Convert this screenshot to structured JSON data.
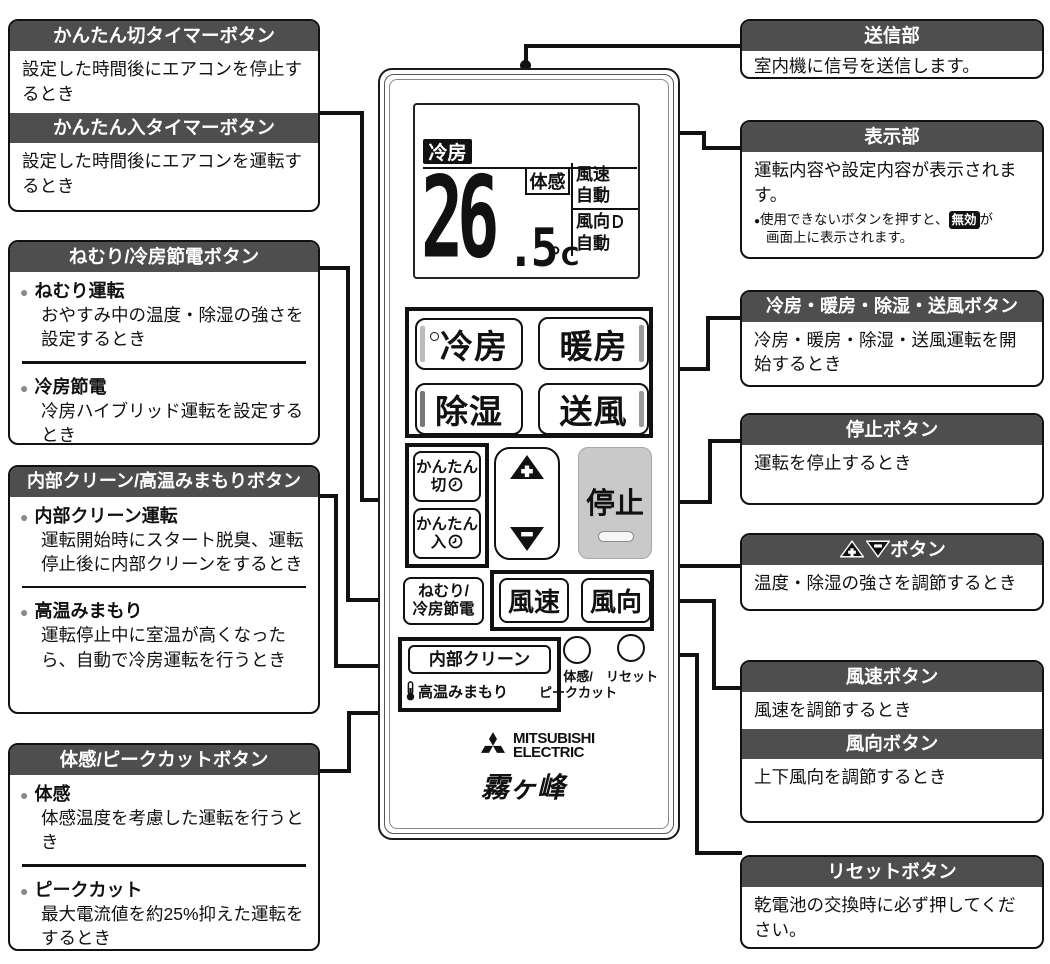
{
  "ui": {
    "bullet": "●"
  },
  "colors": {
    "callout_header_bg": "#4e4e4e",
    "connector": "#111111",
    "stop_button_fill": "#c9c9c9",
    "lcd_badge_bg": "#111111"
  },
  "left_callouts": [
    {
      "sections": [
        {
          "header": "かんたん切タイマーボタン",
          "body": "設定した時間後にエアコンを停止するとき"
        },
        {
          "header": "かんたん入タイマーボタン",
          "body": "設定した時間後にエアコンを運転するとき"
        }
      ]
    },
    {
      "header": "ねむり/冷房節電ボタン",
      "items": [
        {
          "title": "ねむり運転",
          "desc": "おやすみ中の温度・除湿の強さを設定するとき"
        },
        {
          "title": "冷房節電",
          "desc": "冷房ハイブリッド運転を設定するとき"
        }
      ]
    },
    {
      "header": "内部クリーン/高温みまもりボタン",
      "items": [
        {
          "title": "内部クリーン運転",
          "desc": "運転開始時にスタート脱臭、運転停止後に内部クリーンをするとき"
        },
        {
          "title": "高温みまもり",
          "desc": "運転停止中に室温が高くなったら、自動で冷房運転を行うとき"
        }
      ]
    },
    {
      "header": "体感/ピークカットボタン",
      "items": [
        {
          "title": "体感",
          "desc": "体感温度を考慮した運転を行うとき"
        },
        {
          "title": "ピークカット",
          "desc": "最大電流値を約25%抑えた運転をするとき"
        }
      ]
    }
  ],
  "right_callouts": [
    {
      "header": "送信部",
      "body": "室内機に信号を送信します。"
    },
    {
      "header": "表示部",
      "body": "運転内容や設定内容が表示されます。",
      "note_pre": "使用できないボタンを押すと、",
      "note_badge": "無効",
      "note_post": "が",
      "note_line2": "画面上に表示されます。"
    },
    {
      "header": "冷房・暖房・除湿・送風ボタン",
      "body": "冷房・暖房・除湿・送風運転を開始するとき"
    },
    {
      "header": "停止ボタン",
      "body": "運転を停止するとき"
    },
    {
      "header_suffix": "ボタン",
      "body": "温度・除湿の強さを調節するとき"
    },
    {
      "header": "風速ボタン",
      "body": "風速を調節するとき",
      "header2": "風向ボタン",
      "body2": "上下風向を調節するとき"
    },
    {
      "header": "リセットボタン",
      "body": "乾電池の交換時に必ず押してください。"
    }
  ],
  "remote": {
    "lcd": {
      "mode_badge": "冷房",
      "temp_int": "26",
      "temp_dec": ".5",
      "temp_unit": "℃",
      "taikan": "体感",
      "fan_speed_label": "風速",
      "fan_speed_value": "自動",
      "fan_dir_label": "風向",
      "fan_dir_value": "自動"
    },
    "buttons": {
      "cool": "冷房",
      "heat": "暖房",
      "dry": "除湿",
      "fan": "送風",
      "timer_off_l1": "かんたん",
      "timer_off_l2": "切",
      "timer_on_l1": "かんたん",
      "timer_on_l2": "入",
      "stop": "停止",
      "fan_speed": "風速",
      "fan_dir": "風向",
      "nemuri_l1": "ねむり/",
      "nemuri_l2": "冷房節電",
      "naibu_clean": "内部クリーン",
      "kouon_mimamori": "高温みまもり",
      "taikan_l1": "体感/",
      "taikan_l2": "ピークカット",
      "reset": "リセット"
    },
    "logo": {
      "brand_l1": "MITSUBISHI",
      "brand_l2": "ELECTRIC",
      "series": "霧ヶ峰"
    }
  }
}
